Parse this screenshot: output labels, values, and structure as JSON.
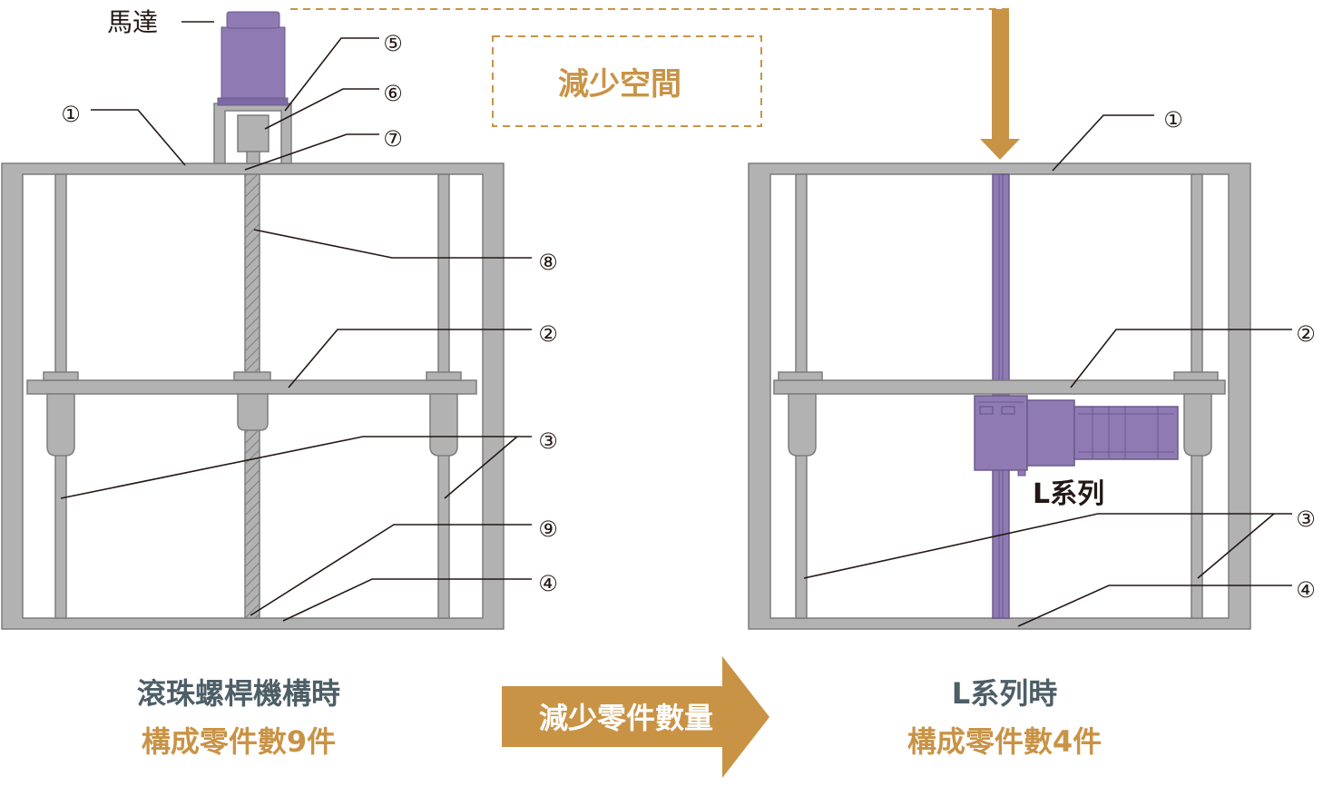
{
  "colors": {
    "frame": "#b2b2b2",
    "frame_stroke": "#7d7d7d",
    "motor": "#8f7ab3",
    "accent": "#c99346",
    "caption_dark": "#4d5e66",
    "line": "#231815"
  },
  "labels": {
    "motor": "馬達",
    "reduce_space": "減少空間",
    "l_series": "L系列",
    "reduce_parts": "減少零件數量"
  },
  "left_callouts": [
    "①",
    "②",
    "③",
    "④",
    "⑤",
    "⑥",
    "⑦",
    "⑧",
    "⑨"
  ],
  "right_callouts": [
    "①",
    "②",
    "③",
    "④"
  ],
  "captions": {
    "left_title": "滾珠螺桿機構時",
    "left_count": "構成零件數9件",
    "right_title": "L系列時",
    "right_count": "構成零件數4件"
  }
}
